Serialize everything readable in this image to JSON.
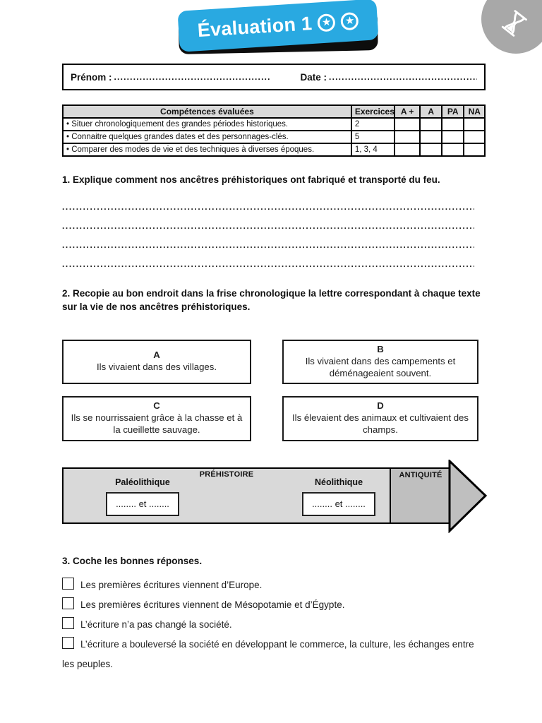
{
  "banner": {
    "title": "Évaluation 1",
    "star_glyph": "★",
    "color": "#29a9e1"
  },
  "identity": {
    "prenom_label": "Prénom :",
    "prenom_dots": "......................................................................",
    "date_label": "Date :",
    "date_dots": "......................................................................"
  },
  "competences_table": {
    "headers": [
      "Compétences évaluées",
      "Exercices",
      "A +",
      "A",
      "PA",
      "NA"
    ],
    "rows": [
      {
        "competence": "• Situer chronologiquement des grandes périodes historiques.",
        "exercices": "2",
        "a_plus": "",
        "a": "",
        "pa": "",
        "na": ""
      },
      {
        "competence": "• Connaitre quelques grandes dates et des personnages-clés.",
        "exercices": "5",
        "a_plus": "",
        "a": "",
        "pa": "",
        "na": ""
      },
      {
        "competence": "• Comparer des modes de vie et des techniques à diverses époques.",
        "exercices": "1, 3, 4",
        "a_plus": "",
        "a": "",
        "pa": "",
        "na": ""
      }
    ]
  },
  "q1": {
    "title": "1. Explique comment nos ancêtres préhistoriques ont fabriqué et transporté du feu.",
    "dots": "........................................................................................................................................................................................................"
  },
  "q2": {
    "title": "2. Recopie au bon endroit dans la frise chronologique la lettre correspondant à chaque texte sur la vie de nos ancêtres préhistoriques.",
    "cards": [
      {
        "letter": "A",
        "text": "Ils vivaient dans des villages."
      },
      {
        "letter": "B",
        "text": "Ils vivaient dans des campements et déménageaient souvent."
      },
      {
        "letter": "C",
        "text": "Ils se nourrissaient grâce à la chasse et à la cueillette sauvage."
      },
      {
        "letter": "D",
        "text": "Ils élevaient des animaux et cultivaient des champs."
      }
    ]
  },
  "timeline": {
    "prehistoire_label": "PRÉHISTOIRE",
    "paleolithique_label": "Paléolithique",
    "neolithique_label": "Néolithique",
    "antiquite_label": "ANTIQUITÉ",
    "answer_placeholder": "........ et ........",
    "prehistoire_color": "#d9d9d9",
    "antiquite_color": "#bfbfbf"
  },
  "q3": {
    "title": "3. Coche les bonnes réponses.",
    "options": [
      "Les premières écritures viennent d’Europe.",
      "Les premières écritures viennent de Mésopotamie et d’Égypte.",
      "L’écriture n’a pas changé la société.",
      "L’écriture a bouleversé la société en développant le commerce, la culture, les échanges entre les peuples."
    ]
  }
}
